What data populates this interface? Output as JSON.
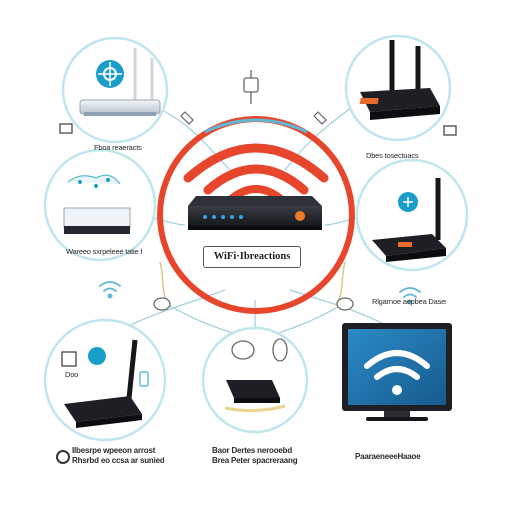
{
  "diagram": {
    "center_label": "WiFi·Ibreactions",
    "labels": {
      "top_left": "Fboa reaeracts",
      "top_right": "Dbes tosectuacs",
      "mid_left": "Wareeo sxrpeleee tatie fisrreea",
      "mid_right": "Rlgarnoe aepbea Daser deoi",
      "bottom_left_line1": "Ilbesrpe wpeeon arrost",
      "bottom_left_line2": "Rhsrbd eo ccsa ar sunied",
      "bottom_center_line1": "Baor Dertes nerooebd",
      "bottom_center_line2": "Brea Peter spacreraang",
      "bottom_right": "PaaraeneeeHaaoe",
      "device_top_left": "Doo"
    },
    "colors": {
      "accent_red": "#e8462c",
      "circle_blue": "#bfe6ee",
      "router_dark": "#1d1f24",
      "screen_blue": "#1f6fa9",
      "icon_blue": "#1a9ec9"
    },
    "icons": [
      "router-icon",
      "wifi-icon",
      "laptop-icon",
      "monitor-icon",
      "plug-icon",
      "mouse-icon",
      "gear-icon",
      "phone-icon"
    ]
  }
}
